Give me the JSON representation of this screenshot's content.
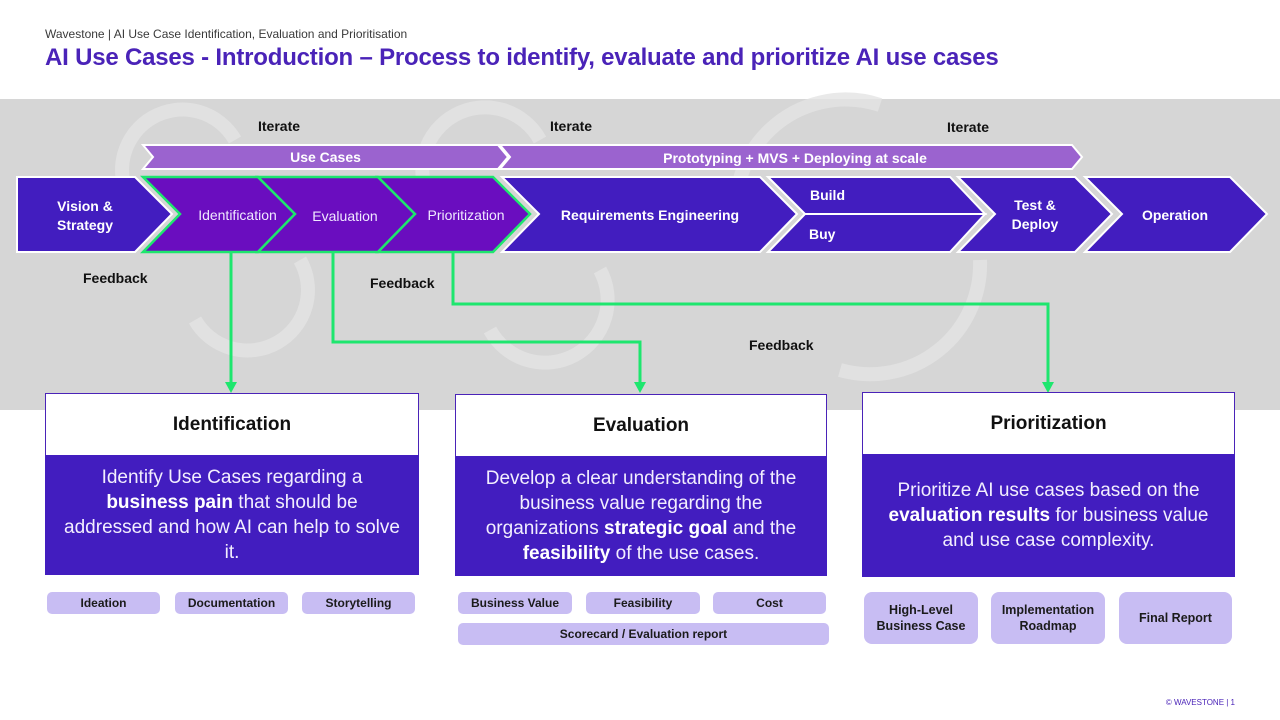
{
  "header": {
    "subtitle": "Wavestone | AI Use Case Identification, Evaluation and Prioritisation",
    "title": "AI Use Cases  - Introduction – Process to identify, evaluate and prioritize AI use cases"
  },
  "iterate_labels": [
    "Iterate",
    "Iterate",
    "Iterate"
  ],
  "phase_bars": {
    "use_cases": "Use Cases",
    "prototyping": "Prototyping + MVS + Deploying at scale"
  },
  "process_steps": {
    "vision": [
      "Vision &",
      "Strategy"
    ],
    "identification": "Identification",
    "evaluation": "Evaluation",
    "prioritization": "Prioritization",
    "requirements": "Requirements Engineering",
    "build": "Build",
    "buy": "Buy",
    "test_deploy": [
      "Test &",
      "Deploy"
    ],
    "operation": "Operation"
  },
  "feedback_labels": [
    "Feedback",
    "Feedback",
    "Feedback"
  ],
  "cards": [
    {
      "title": "Identification",
      "body_html_parts": [
        "Identify Use Cases regarding a ",
        "business pain",
        " that should be addressed and how AI can help to solve it."
      ],
      "chips": [
        "Ideation",
        "Documentation",
        "Storytelling"
      ]
    },
    {
      "title": "Evaluation",
      "body_html_parts": [
        "Develop a clear understanding of the business value regarding the organizations ",
        "strategic goal",
        " and the ",
        "feasibility",
        " of the use cases."
      ],
      "chips": [
        "Business Value",
        "Feasibility",
        "Cost"
      ],
      "wide_chip": "Scorecard / Evaluation report"
    },
    {
      "title": "Prioritization",
      "body_html_parts": [
        "Prioritize AI use cases based on the ",
        "evaluation results",
        " for business value and use case complexity."
      ],
      "chips": [
        "High-Level Business Case",
        "Implementation Roadmap",
        "Final Report"
      ]
    }
  ],
  "footer": "© WAVESTONE | 1",
  "colors": {
    "brand_purple": "#421dbf",
    "highlight_purple": "#6a0dbf",
    "phase_bar": "#9b63cf",
    "feedback_green": "#1ee66e",
    "chip_lavender": "#c8bdf3",
    "band_gray": "#d6d6d6"
  }
}
